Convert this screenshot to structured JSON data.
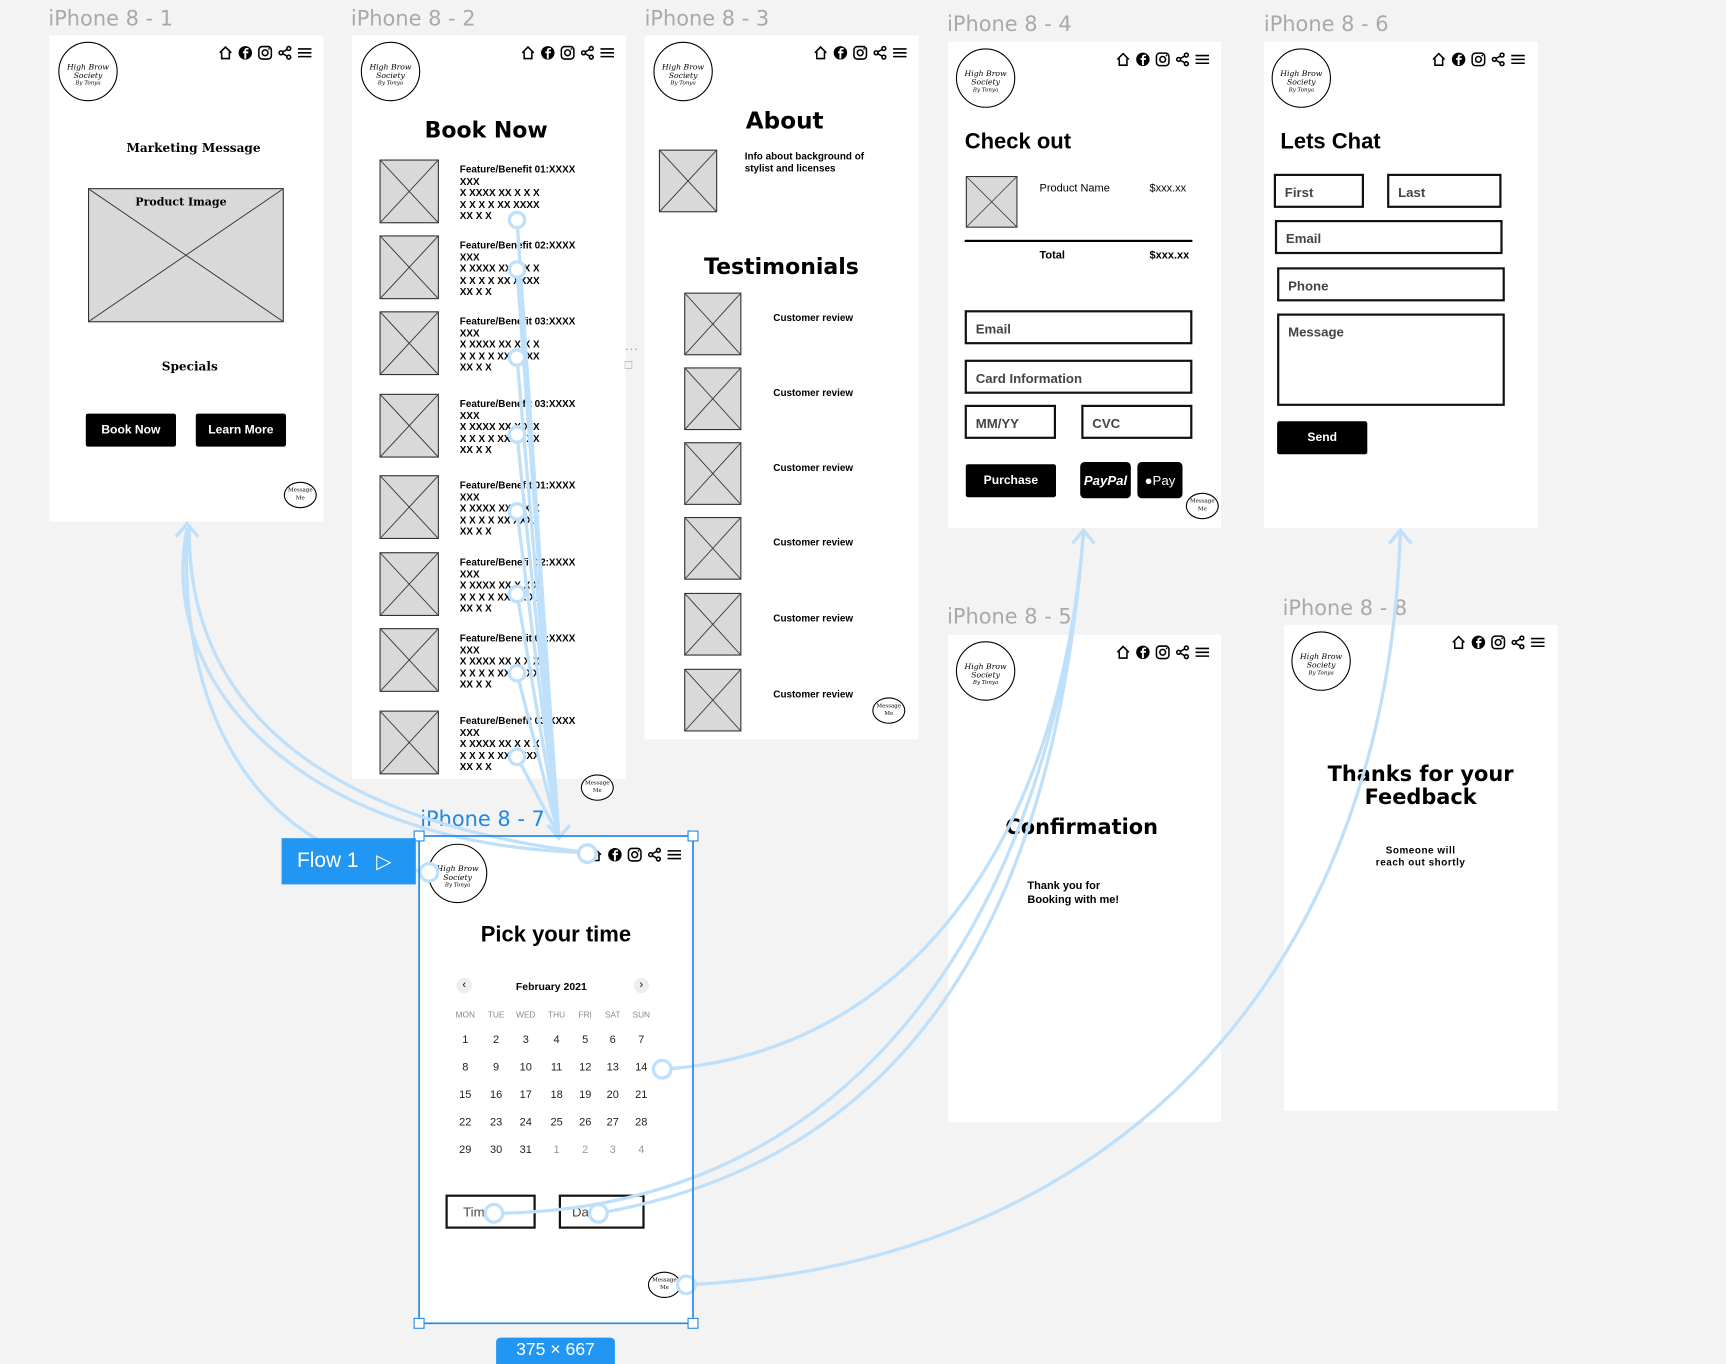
{
  "frames": {
    "f1": {
      "label": "iPhone 8 - 1",
      "marketing": "Marketing Message",
      "product_image": "Product Image",
      "specials": "Specials",
      "book_now": "Book Now",
      "learn_more": "Learn More"
    },
    "f2": {
      "label": "iPhone 8 - 2",
      "title": "Book Now",
      "features": [
        "Feature/Benefit 01:XXXX\nXXX\nX XXXX XX X X X\nX X X X XX XXXX\nXX X X",
        "Feature/Benefit 02:XXXX\nXXX\nX XXXX XX X X X\nX X X X XX XXXX\nXX X X",
        "Feature/Benefit 03:XXXX\nXXX\nX XXXX XX X X X\nX X X X XX XXXX\nXX X X",
        "Feature/Benefit 03:XXXX\nXXX\nX XXXX XX X X X\nX X X X XX XXXX\nXX X X",
        "Feature/Benefit 01:XXXX\nXXX\nX XXXX XX X X X\nX X X X XX XXXX\nXX X X",
        "Feature/Benefit 02:XXXX\nXXX\nX XXXX XX X X X\nX X X X XXX X XX\nXX X X",
        "Feature/Benefit 02:XXXX\nXXX\nX XXXX XX X X X\nX X X X XX XXXX\nXX X X",
        "Feature/Benefit 03:XXXX\nXXX\nX XXXX XX X X X\nX X X X XX XXXX\nXX X X"
      ]
    },
    "f3": {
      "label": "iPhone 8 - 3",
      "title": "About",
      "about_text": "Info about background of\nstylist and licenses",
      "testimonials": "Testimonials",
      "reviews": [
        "Customer review",
        "Customer review",
        "Customer review",
        "Customer review",
        "Customer review",
        "Customer review"
      ]
    },
    "f4": {
      "label": "iPhone 8 - 4",
      "title": "Check out",
      "product_name": "Product Name",
      "product_price": "$xxx.xx",
      "total_label": "Total",
      "total_value": "$xxx.xx",
      "email": "Email",
      "card": "Card Information",
      "mmyy": "MM/YY",
      "cvc": "CVC",
      "purchase": "Purchase",
      "paypal": "PayPal",
      "applepay": "Pay"
    },
    "f5": {
      "label": "iPhone 8 - 5",
      "title": "Confirmation",
      "message": "Thank you for\nBooking with me!"
    },
    "f6": {
      "label": "iPhone 8 - 6",
      "title": "Lets Chat",
      "first": "First",
      "last": "Last",
      "email": "Email",
      "phone": "Phone",
      "message": "Message",
      "send": "Send"
    },
    "f7": {
      "label": "iPhone 8 - 7",
      "title": "Pick your time",
      "month": "February 2021",
      "days": [
        "MON",
        "TUE",
        "WED",
        "THU",
        "FRI",
        "SAT",
        "SUN"
      ],
      "weeks": [
        [
          "1",
          "2",
          "3",
          "4",
          "5",
          "6",
          "7"
        ],
        [
          "8",
          "9",
          "10",
          "11",
          "12",
          "13",
          "14"
        ],
        [
          "15",
          "16",
          "17",
          "18",
          "19",
          "20",
          "21"
        ],
        [
          "22",
          "23",
          "24",
          "25",
          "26",
          "27",
          "28"
        ],
        [
          "29",
          "30",
          "31",
          "1",
          "2",
          "3",
          "4"
        ]
      ],
      "time": "Tim",
      "date": "Da",
      "size_badge": "375 × 667"
    },
    "f8": {
      "label": "iPhone 8 - 8",
      "title": "Thanks for your\nFeedback",
      "message": "Someone will\nreach out shortly"
    }
  },
  "logo": {
    "line1": "High Brow Society",
    "line2": "By Tonya"
  },
  "bubble": "Message\nMe",
  "flow": {
    "label": "Flow 1"
  },
  "colors": {
    "canvas": "#f3f3f3",
    "connector": "#bfe0fb",
    "selection": "#1e88e5",
    "flow_badge": "#2196f3"
  }
}
